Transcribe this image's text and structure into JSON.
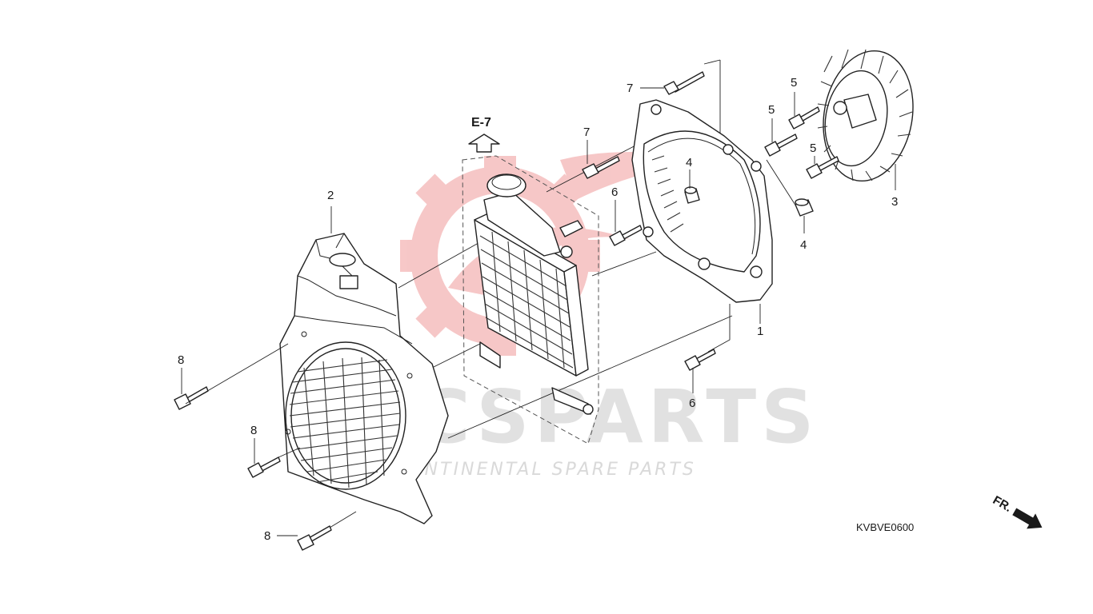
{
  "labels": [
    {
      "id": "1",
      "text": "1"
    },
    {
      "id": "2",
      "text": "2"
    },
    {
      "id": "3",
      "text": "3"
    },
    {
      "id": "4a",
      "text": "4"
    },
    {
      "id": "4b",
      "text": "4"
    },
    {
      "id": "5a",
      "text": "5"
    },
    {
      "id": "5b",
      "text": "5"
    },
    {
      "id": "5c",
      "text": "5"
    },
    {
      "id": "6a",
      "text": "6"
    },
    {
      "id": "6b",
      "text": "6"
    },
    {
      "id": "7a",
      "text": "7"
    },
    {
      "id": "7b",
      "text": "7"
    },
    {
      "id": "8a",
      "text": "8"
    },
    {
      "id": "8b",
      "text": "8"
    },
    {
      "id": "8c",
      "text": "8"
    }
  ],
  "reference": "E-7",
  "diagram_code": "KVBVE0600",
  "direction_label": "FR.",
  "watermark": {
    "brand": "CSPARTS",
    "tagline": "CONTINENTAL SPARE PARTS"
  },
  "colors": {
    "line": "#222222",
    "watermark_red": "#e23a3a",
    "watermark_grey": "#c9c9c9"
  }
}
